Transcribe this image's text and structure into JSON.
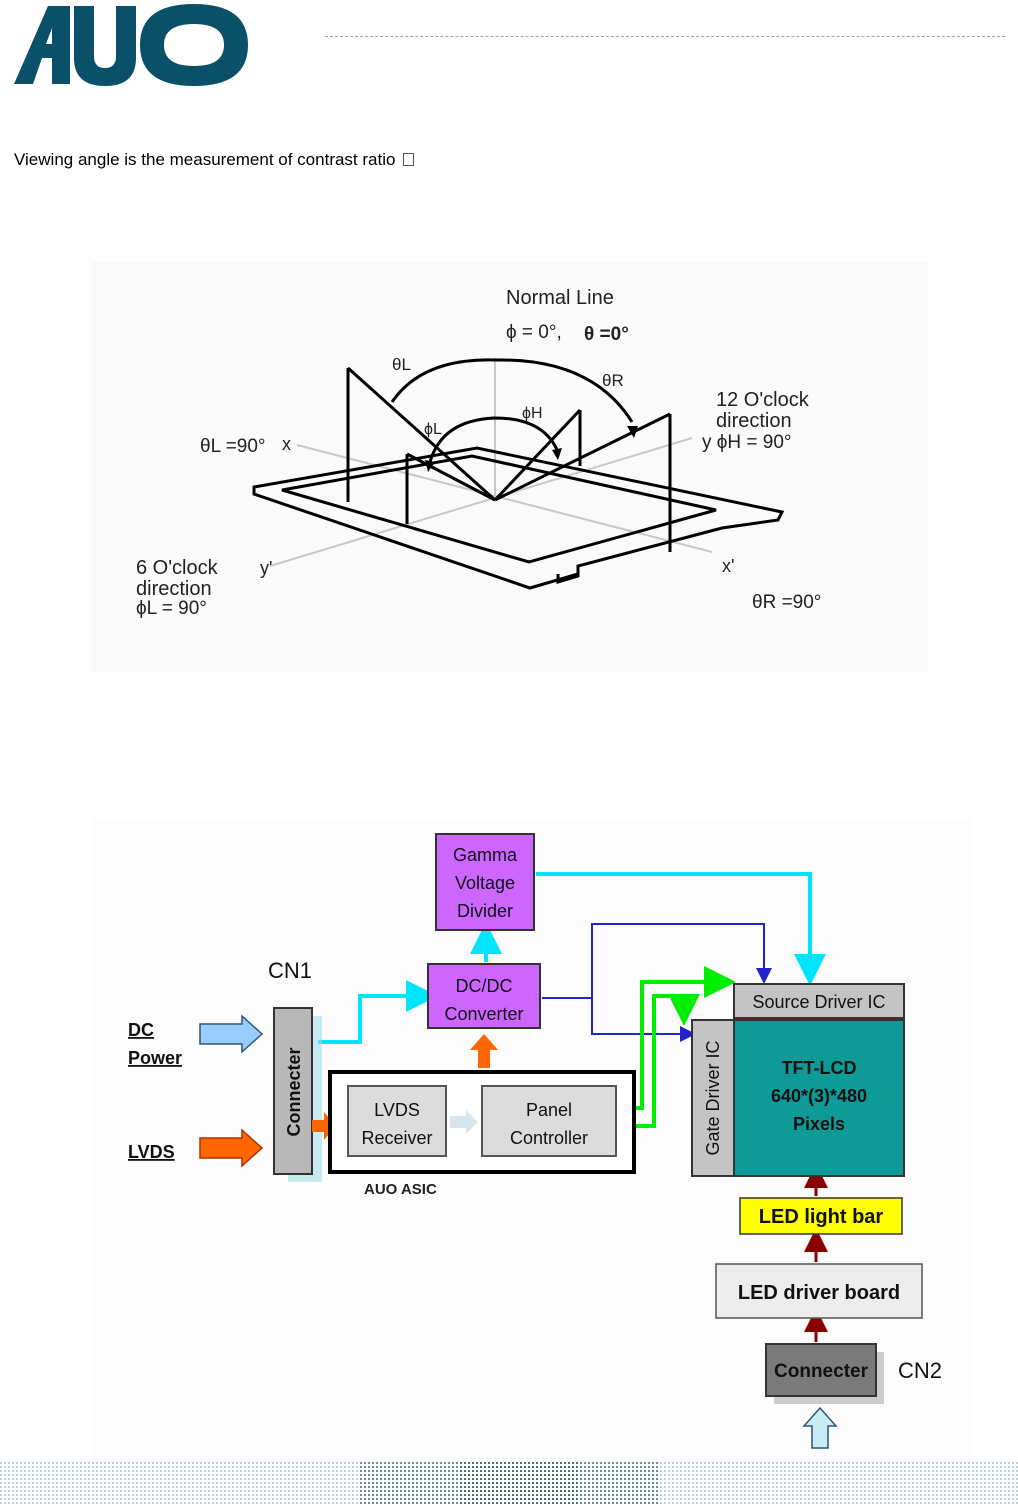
{
  "logo": {
    "text": "AUO"
  },
  "intro": {
    "text": "Viewing angle is the measurement of contrast ratio"
  },
  "viewing_figure": {
    "normal_line": "Normal Line",
    "phi_zero": "ϕ = 0°,",
    "theta_zero": "θ =0°",
    "theta_l": "θL",
    "theta_r": "θR",
    "phi_l": "ϕL",
    "phi_h": "ϕH",
    "twelve_line1": "12  O'clock",
    "twelve_line2": "direction",
    "y_phi_h": "y ϕH = 90°",
    "theta_l_90": "θL =90°",
    "x_label": "x",
    "six_line1": "6 O'clock",
    "six_line2": "direction",
    "phi_l_90": "ϕL = 90°",
    "y_prime": "y'",
    "x_prime": "x'",
    "theta_r_90": "θR =90°"
  },
  "block_diagram": {
    "gamma": [
      "Gamma",
      "Voltage",
      "Divider"
    ],
    "dcdc": [
      "DC/DC",
      "Converter"
    ],
    "cn1": "CN1",
    "dc_power": [
      "DC",
      "Power"
    ],
    "lvds_input": "LVDS",
    "connecter_cn1": "Connecter",
    "lvds_receiver": [
      "LVDS",
      "Receiver"
    ],
    "panel_controller": [
      "Panel",
      "Controller"
    ],
    "auo_asic": "AUO ASIC",
    "source_driver": "Source Driver IC",
    "gate_driver": "Gate Driver IC",
    "tft_lcd": [
      "TFT-LCD",
      "640*(3)*480",
      "Pixels"
    ],
    "led_light_bar": "LED light bar",
    "led_driver_board": "LED driver board",
    "connecter_cn2": "Connecter",
    "cn2": "CN2",
    "colors": {
      "purple": "#cc66ff",
      "teal": "#0e9a96",
      "gray_box": "#c0c0c0",
      "yellow": "#ffff00",
      "cyan": "#00e5ff",
      "green": "#00ee00",
      "blue": "#2222cc",
      "orange": "#ff6600",
      "darkred": "#8b0000"
    }
  }
}
